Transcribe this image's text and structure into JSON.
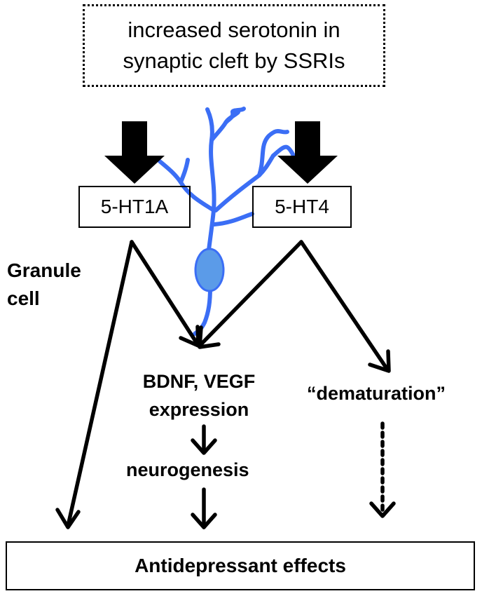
{
  "diagram": {
    "top_box": {
      "line1": "increased serotonin in",
      "line2": "synaptic cleft by SSRIs"
    },
    "receptor_1": {
      "label": "5-HT1A"
    },
    "receptor_2": {
      "label": "5-HT4"
    },
    "cell_label": {
      "line1": "Granule",
      "line2": "cell"
    },
    "bdnf": {
      "line1": "BDNF, VEGF",
      "line2": "expression"
    },
    "neurogenesis": "neurogenesis",
    "dematuration": "“dematuration”",
    "outcome": "Antidepressant effects",
    "colors": {
      "neuron": "#3b6ef5",
      "soma_fill": "#5b9be8",
      "arrows": "#000000"
    }
  }
}
